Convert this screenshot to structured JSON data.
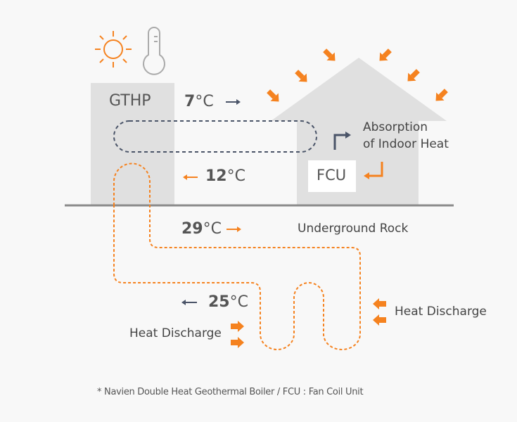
{
  "labels": {
    "gthp": "GTHP",
    "fcu": "FCU",
    "absorption_line1": "Absorption",
    "absorption_line2": "of Indoor Heat",
    "underground": "Underground Rock",
    "heat_discharge_left": "Heat Discharge",
    "heat_discharge_right": "Heat Discharge"
  },
  "temps": {
    "t1": {
      "num": "7",
      "unit": "°C"
    },
    "t2": {
      "num": "12",
      "unit": "°C"
    },
    "t3": {
      "num": "29",
      "unit": "°C"
    },
    "t4": {
      "num": "25",
      "unit": "°C"
    }
  },
  "footnote": "* Navien Double Heat Geothermal Boiler  / FCU : Fan Coil Unit",
  "colors": {
    "orange": "#f5821f",
    "navy": "#4a5468",
    "block": "#e0e0e0",
    "ground": "#8a8a8a"
  }
}
